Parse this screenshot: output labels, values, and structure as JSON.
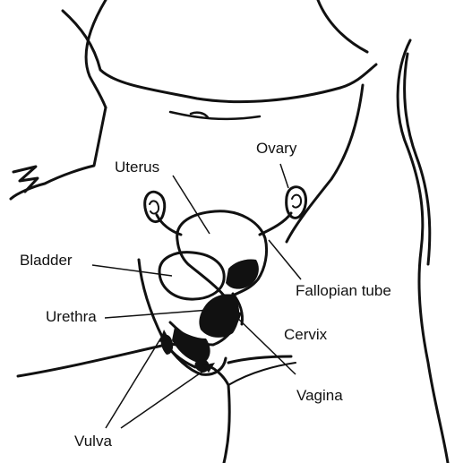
{
  "labels": {
    "uterus": "Uterus",
    "ovary": "Ovary",
    "bladder": "Bladder",
    "fallopian_tube": "Fallopian tube",
    "urethra": "Urethra",
    "cervix": "Cervix",
    "vagina": "Vagina",
    "vulva": "Vulva"
  },
  "colors": {
    "ink": "#111111",
    "background": "#ffffff"
  }
}
